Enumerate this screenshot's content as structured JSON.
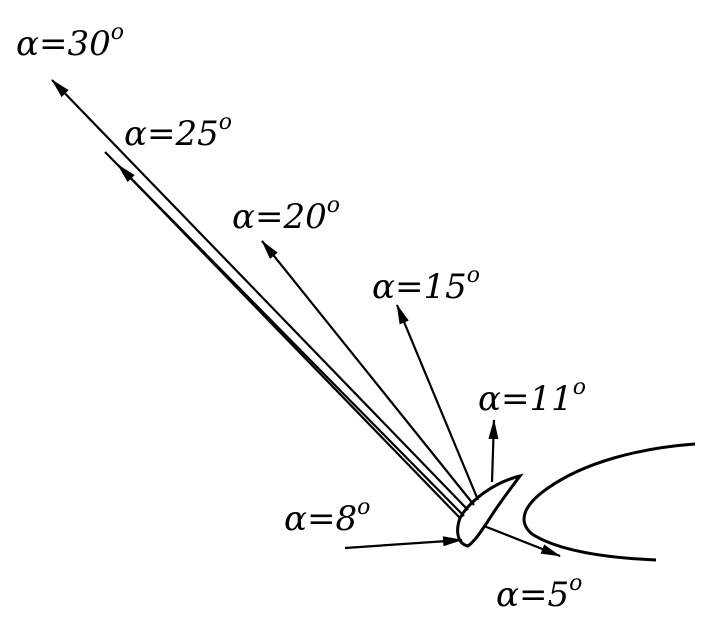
{
  "diagram": {
    "symbol": "α",
    "vectors": [
      {
        "name": "vector-alpha-30",
        "text": "=30",
        "degree_mark": "o"
      },
      {
        "name": "vector-alpha-25",
        "text": "=25",
        "degree_mark": "o"
      },
      {
        "name": "vector-alpha-20",
        "text": "=20",
        "degree_mark": "o"
      },
      {
        "name": "vector-alpha-15",
        "text": "=15",
        "degree_mark": "o"
      },
      {
        "name": "vector-alpha-11",
        "text": "=11",
        "degree_mark": "o"
      },
      {
        "name": "vector-alpha-8",
        "text": "=8",
        "degree_mark": "o"
      },
      {
        "name": "vector-alpha-5",
        "text": "=5",
        "degree_mark": "o"
      }
    ],
    "colors": {
      "ink": "#000000",
      "background": "#ffffff"
    }
  }
}
